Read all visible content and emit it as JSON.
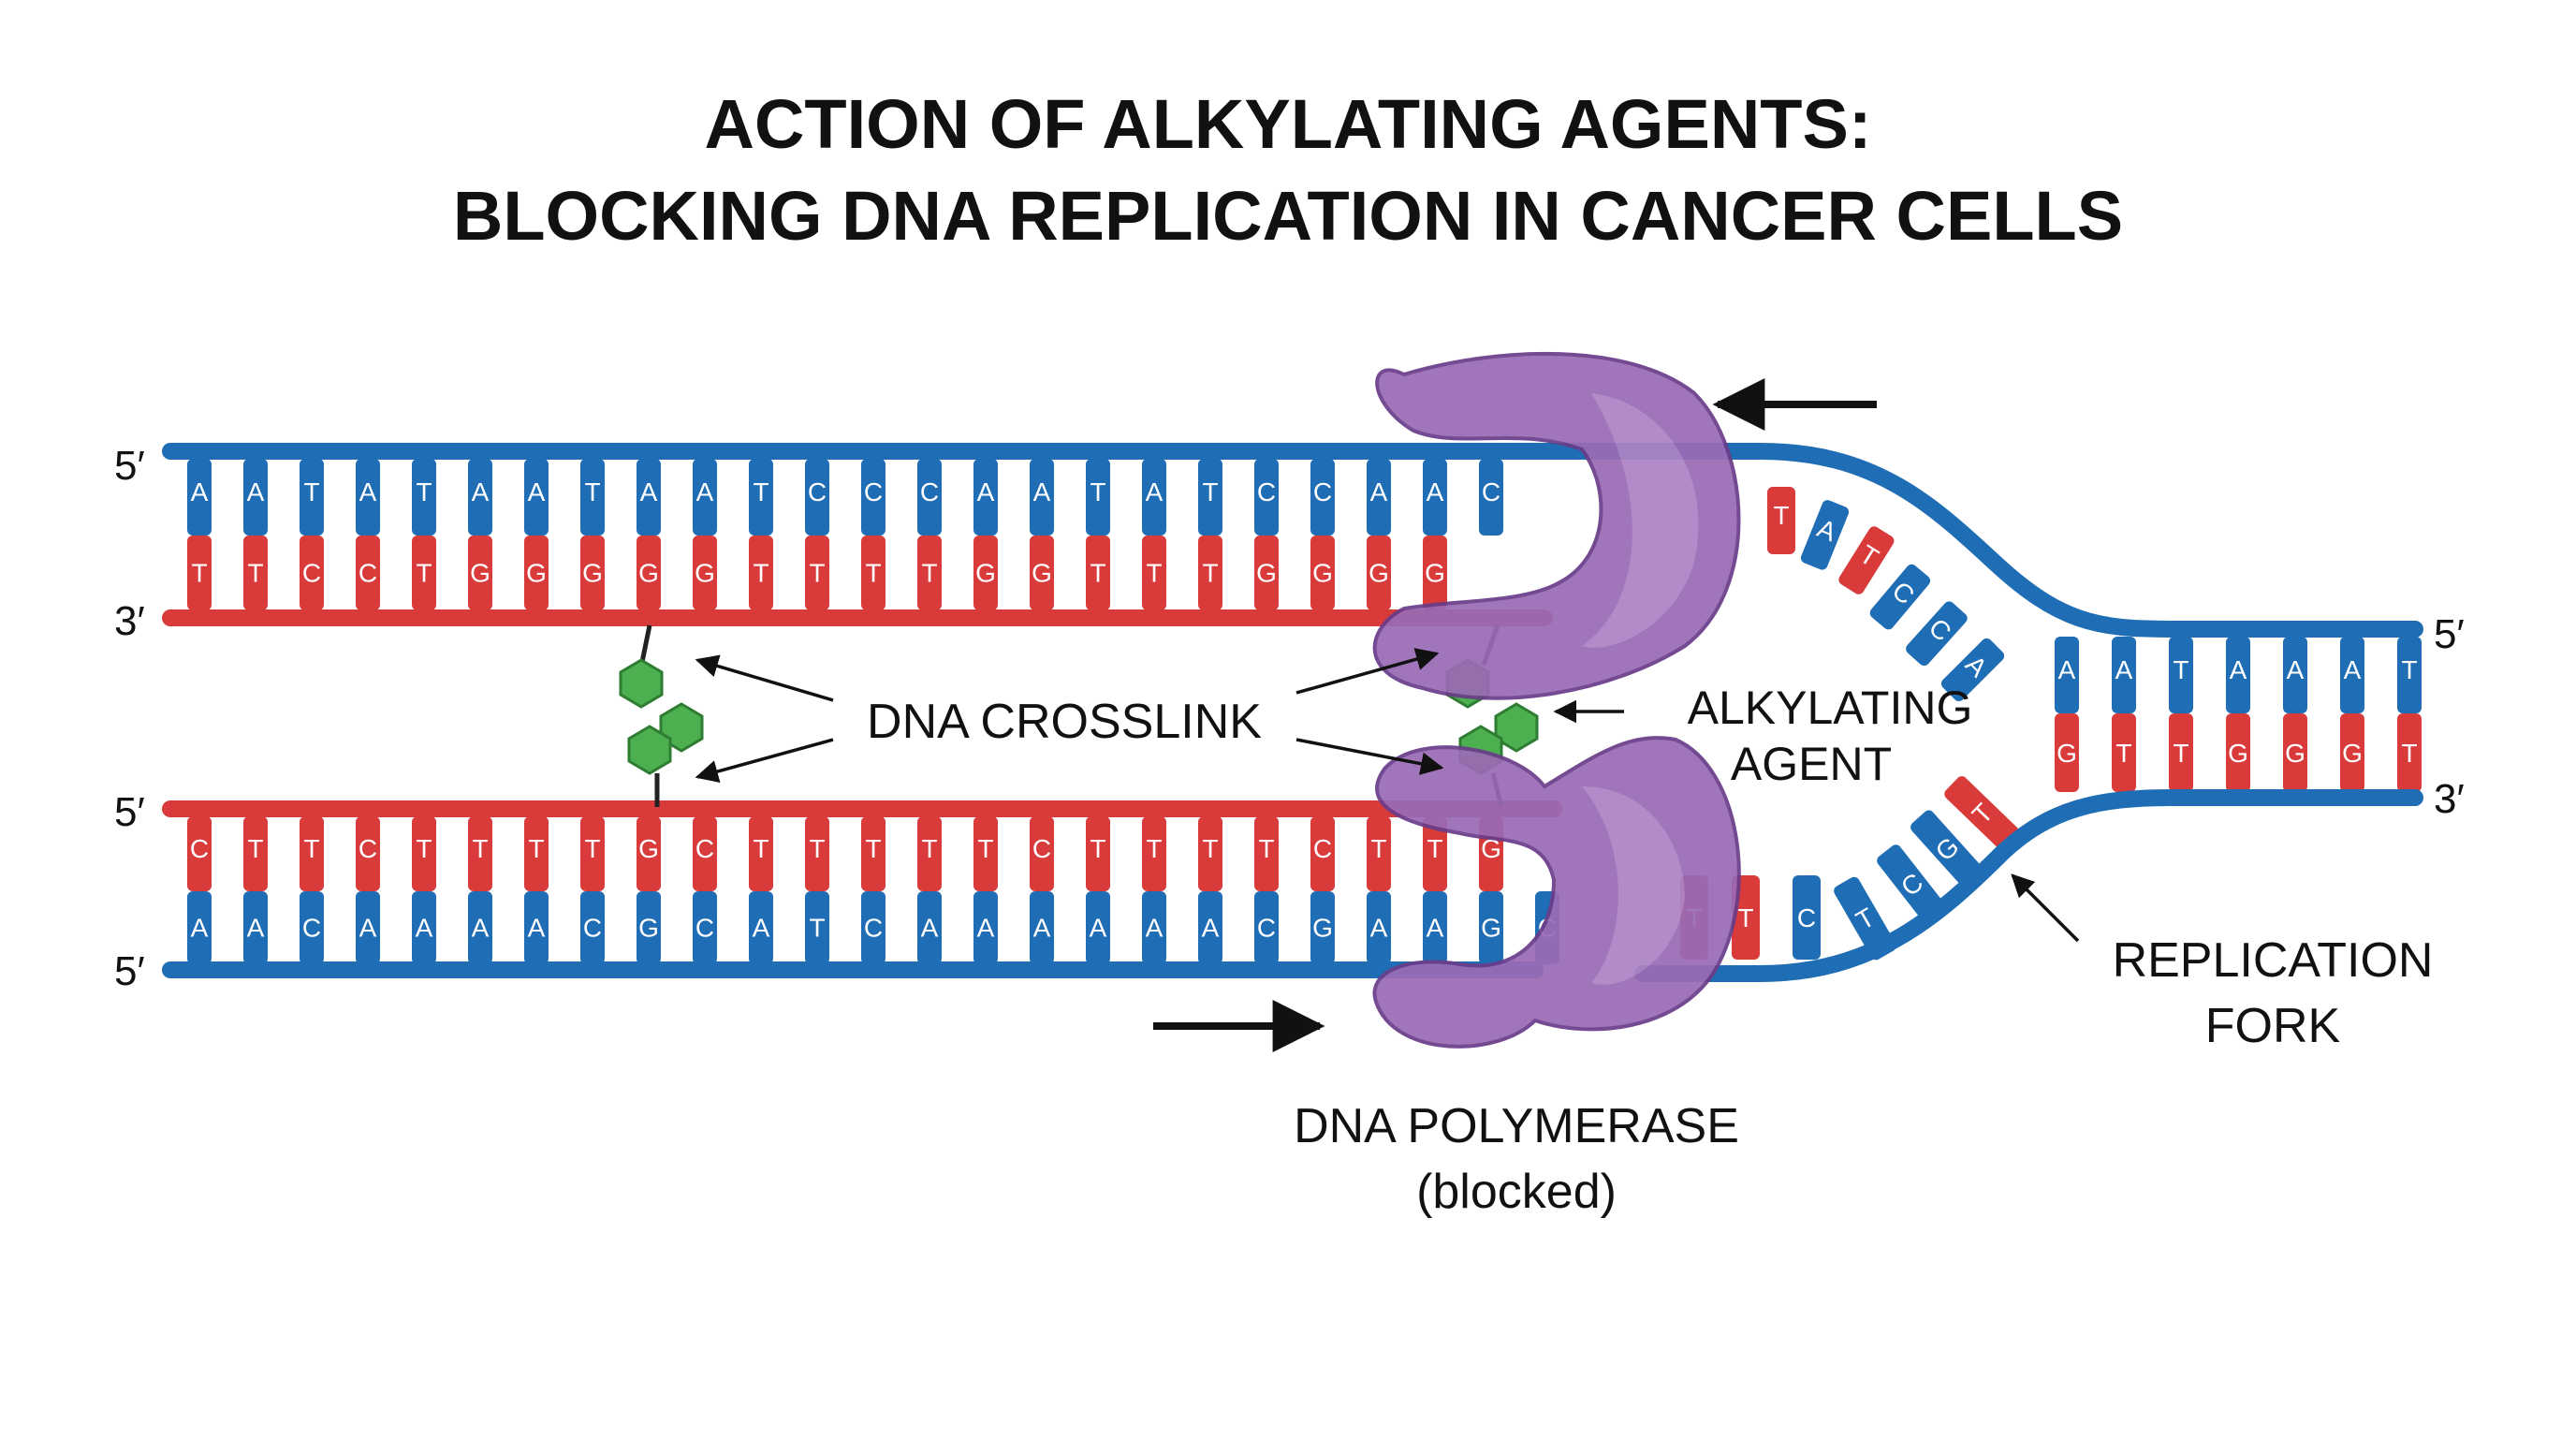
{
  "title": {
    "line1": "ACTION OF ALKYLATING AGENTS:",
    "line2": "BLOCKING DNA REPLICATION IN CANCER CELLS"
  },
  "colors": {
    "blue_strand": "#1f6db5",
    "red_strand": "#d93a3a",
    "polymerase": "#9a6bb4",
    "crosslink": "#4caf50"
  },
  "strand_ends": {
    "top_left_5": "5′",
    "top_left_3": "3′",
    "bottom_left_5a": "5′",
    "bottom_left_5b": "5′",
    "right_5": "5′",
    "right_3": "3′"
  },
  "sequences": {
    "top_upper": [
      "A",
      "A",
      "T",
      "A",
      "T",
      "A",
      "A",
      "T",
      "A",
      "A",
      "T",
      "C",
      "C",
      "C",
      "A",
      "A",
      "T",
      "A",
      "T",
      "C",
      "C",
      "A",
      "A",
      "C"
    ],
    "top_lower": [
      "T",
      "T",
      "C",
      "C",
      "T",
      "G",
      "G",
      "G",
      "G",
      "G",
      "T",
      "T",
      "T",
      "T",
      "G",
      "G",
      "T",
      "T",
      "T",
      "G",
      "G",
      "G",
      "G"
    ],
    "bottom_upper": [
      "C",
      "T",
      "T",
      "C",
      "T",
      "T",
      "T",
      "T",
      "G",
      "C",
      "T",
      "T",
      "T",
      "T",
      "T",
      "C",
      "T",
      "T",
      "T",
      "T",
      "C",
      "T",
      "T",
      "G"
    ],
    "bottom_lower": [
      "A",
      "A",
      "C",
      "A",
      "A",
      "A",
      "A",
      "C",
      "G",
      "C",
      "A",
      "T",
      "C",
      "A",
      "A",
      "A",
      "A",
      "A",
      "A",
      "C",
      "G",
      "A",
      "A",
      "G",
      "C"
    ],
    "fork_top_strand": [
      "T",
      "A",
      "T",
      "C",
      "C",
      "A"
    ],
    "fork_bottom_strand": [
      "T",
      "T",
      "C",
      "T",
      "C",
      "G",
      "T"
    ],
    "right_upper": [
      "A",
      "A",
      "T",
      "A",
      "A",
      "A",
      "T"
    ],
    "right_lower": [
      "G",
      "T",
      "T",
      "G",
      "G",
      "G",
      "T"
    ]
  },
  "labels": {
    "crosslink": "DNA CROSSLINK",
    "agent_line1": "ALKYLATING",
    "agent_line2": "AGENT",
    "polymerase_line1": "DNA POLYMERASE",
    "polymerase_line2": "(blocked)",
    "fork_line1": "REPLICATION",
    "fork_line2": "FORK"
  }
}
